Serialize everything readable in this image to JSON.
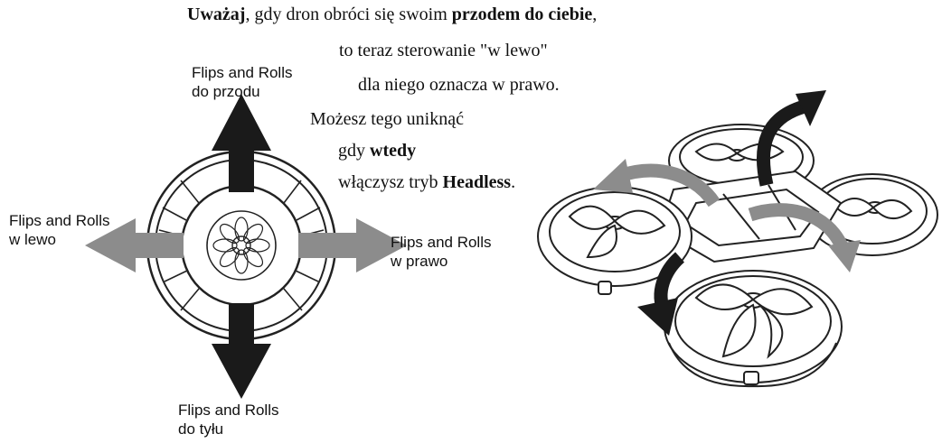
{
  "instructions": {
    "line1": {
      "part1": "Uważaj",
      "part2": ", gdy dron obróci się swoim ",
      "part3": "przodem do ciebie",
      "part4": ","
    },
    "line2": "to teraz sterowanie \"w lewo\"",
    "line3": "dla niego oznacza w prawo.",
    "line4": "Możesz tego uniknąć",
    "line5": {
      "part1": "gdy ",
      "part2": "wtedy"
    },
    "line6": {
      "part1": "włączysz tryb ",
      "part2": "Headless",
      "part3": "."
    }
  },
  "directions": {
    "forward": {
      "line1": "Flips and Rolls",
      "line2": "do przodu"
    },
    "left": {
      "line1": "Flips and Rolls",
      "line2": "w lewo"
    },
    "right": {
      "line1": "Flips and Rolls",
      "line2": "w prawo"
    },
    "backward": {
      "line1": "Flips and Rolls",
      "line2": "do tyłu"
    }
  },
  "colors": {
    "dark_arrow": "#1a1a1a",
    "light_arrow": "#8c8c8c",
    "line": "#222222"
  }
}
